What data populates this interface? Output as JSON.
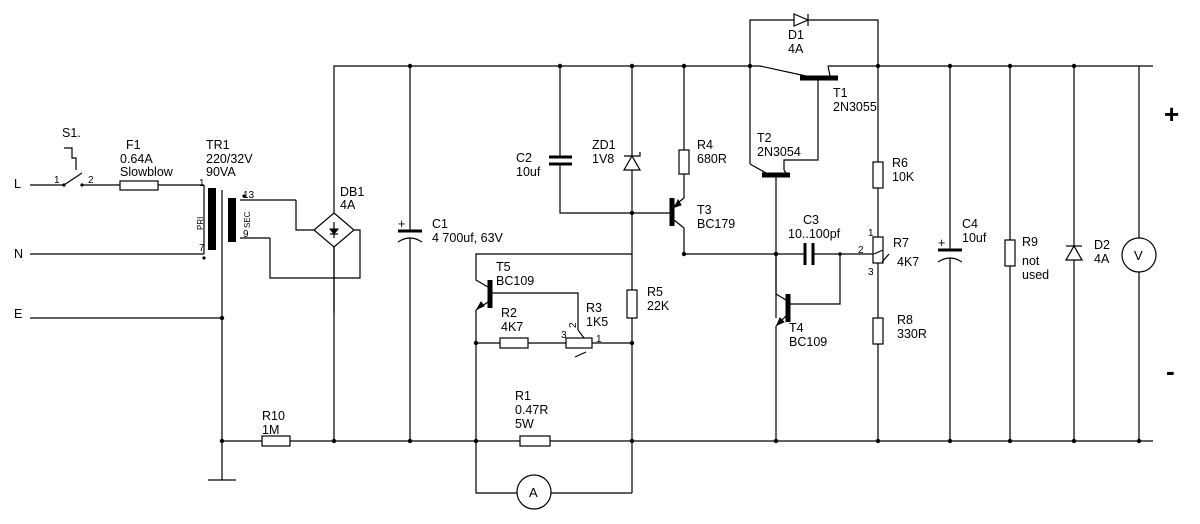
{
  "mains": {
    "live": "L",
    "neutral": "N",
    "earth": "E"
  },
  "s1": {
    "ref": "S1.",
    "pin1": "1",
    "pin2": "2"
  },
  "f1": {
    "ref": "F1",
    "value": "0.64A",
    "type": "Slowblow"
  },
  "tr1": {
    "ref": "TR1",
    "ratio": "220/32V",
    "power": "90VA",
    "pri": "PRI",
    "sec": "SEC",
    "pin_pri_top": "1",
    "pin_pri_bottom": "7",
    "pin_sec_top": "13",
    "pin_sec_bottom": "9"
  },
  "db1": {
    "ref": "DB1",
    "value": "4A"
  },
  "c1": {
    "ref": "C1",
    "value": "4 700uf, 63V",
    "polarity": "+"
  },
  "c2": {
    "ref": "C2",
    "value": "10uf"
  },
  "zd1": {
    "ref": "ZD1",
    "value": "1V8"
  },
  "r4": {
    "ref": "R4",
    "value": "680R"
  },
  "t3": {
    "ref": "T3",
    "type": "BC179"
  },
  "d1": {
    "ref": "D1",
    "value": "4A"
  },
  "t1": {
    "ref": "T1",
    "type": "2N3055"
  },
  "t2": {
    "ref": "T2",
    "type": "2N3054"
  },
  "r6": {
    "ref": "R6",
    "value": "10K"
  },
  "c3": {
    "ref": "C3",
    "value": "10..100pf"
  },
  "r7": {
    "ref": "R7",
    "value": "4K7",
    "pin1": "1",
    "pin2": "2",
    "pin3": "3"
  },
  "t4": {
    "ref": "T4",
    "type": "BC109"
  },
  "r8": {
    "ref": "R8",
    "value": "330R"
  },
  "c4": {
    "ref": "C4",
    "value": "10uf",
    "polarity": "+"
  },
  "r9": {
    "ref": "R9",
    "value_line1": "not",
    "value_line2": "used"
  },
  "d2": {
    "ref": "D2",
    "value": "4A"
  },
  "voltmeter": {
    "symbol": "V"
  },
  "t5": {
    "ref": "T5",
    "type": "BC109"
  },
  "r2": {
    "ref": "R2",
    "value": "4K7"
  },
  "r3": {
    "ref": "R3",
    "value": "1K5",
    "pin1": "1",
    "pin2": "2",
    "pin3": "3"
  },
  "r5": {
    "ref": "R5",
    "value": "22K"
  },
  "r1": {
    "ref": "R1",
    "value": "0.47R",
    "power": "5W"
  },
  "r10": {
    "ref": "R10",
    "value": "1M"
  },
  "ammeter": {
    "symbol": "A"
  },
  "output": {
    "plus": "+",
    "minus": "-"
  }
}
